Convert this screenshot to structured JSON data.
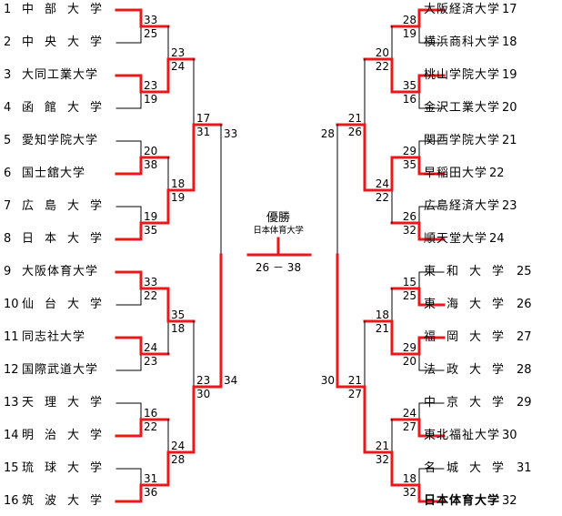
{
  "final": {
    "title": "優勝",
    "winner": "日本体育大学",
    "score": "26 － 38"
  },
  "teams_left": [
    {
      "seed": "1",
      "name": "中部大学"
    },
    {
      "seed": "2",
      "name": "中央大学"
    },
    {
      "seed": "3",
      "name": "大同工業大学"
    },
    {
      "seed": "4",
      "name": "函館大学"
    },
    {
      "seed": "5",
      "name": "愛知学院大学"
    },
    {
      "seed": "6",
      "name": "国士舘大学"
    },
    {
      "seed": "7",
      "name": "広島大学"
    },
    {
      "seed": "8",
      "name": "日本大学"
    },
    {
      "seed": "9",
      "name": "大阪体育大学"
    },
    {
      "seed": "10",
      "name": "仙台大学"
    },
    {
      "seed": "11",
      "name": "同志社大学"
    },
    {
      "seed": "12",
      "name": "国際武道大学"
    },
    {
      "seed": "13",
      "name": "天理大学"
    },
    {
      "seed": "14",
      "name": "明治大学"
    },
    {
      "seed": "15",
      "name": "琉球大学"
    },
    {
      "seed": "16",
      "name": "筑波大学"
    }
  ],
  "teams_right": [
    {
      "seed": "17",
      "name": "大阪経済大学"
    },
    {
      "seed": "18",
      "name": "横浜商科大学"
    },
    {
      "seed": "19",
      "name": "桃山学院大学"
    },
    {
      "seed": "20",
      "name": "金沢工業大学"
    },
    {
      "seed": "21",
      "name": "関西学院大学"
    },
    {
      "seed": "22",
      "name": "早稲田大学"
    },
    {
      "seed": "23",
      "name": "広島経済大学"
    },
    {
      "seed": "24",
      "name": "順天堂大学"
    },
    {
      "seed": "25",
      "name": "東和大学"
    },
    {
      "seed": "26",
      "name": "東海大学"
    },
    {
      "seed": "27",
      "name": "福岡大学"
    },
    {
      "seed": "28",
      "name": "法政大学"
    },
    {
      "seed": "29",
      "name": "中京大学"
    },
    {
      "seed": "30",
      "name": "東北福祉大学"
    },
    {
      "seed": "31",
      "name": "名城大学"
    },
    {
      "seed": "32",
      "name": "日本体育大学"
    }
  ],
  "left_r1": [
    {
      "top": "33",
      "bottom": "25",
      "winner": 0
    },
    {
      "top": "23",
      "bottom": "19",
      "winner": 0
    },
    {
      "top": "20",
      "bottom": "38",
      "winner": 1
    },
    {
      "top": "19",
      "bottom": "35",
      "winner": 1
    },
    {
      "top": "33",
      "bottom": "22",
      "winner": 0
    },
    {
      "top": "24",
      "bottom": "23",
      "winner": 0
    },
    {
      "top": "16",
      "bottom": "22",
      "winner": 1
    },
    {
      "top": "31",
      "bottom": "36",
      "winner": 1
    }
  ],
  "left_r2": [
    {
      "top": "23",
      "bottom": "24",
      "winner": 1
    },
    {
      "top": "18",
      "bottom": "19",
      "winner": 1
    },
    {
      "top": "35",
      "bottom": "18",
      "winner": 0
    },
    {
      "top": "24",
      "bottom": "28",
      "winner": 1
    }
  ],
  "left_r3": [
    {
      "top": "17",
      "bottom": "31",
      "winner": 1
    },
    {
      "top": "23",
      "bottom": "30",
      "winner": 1
    }
  ],
  "left_r4": [
    {
      "top": "33",
      "bottom": "34",
      "winner": 1
    }
  ],
  "right_r1": [
    {
      "top": "28",
      "bottom": "19",
      "winner": 0
    },
    {
      "top": "35",
      "bottom": "16",
      "winner": 0
    },
    {
      "top": "29",
      "bottom": "35",
      "winner": 1
    },
    {
      "top": "26",
      "bottom": "32",
      "winner": 1
    },
    {
      "top": "15",
      "bottom": "25",
      "winner": 1
    },
    {
      "top": "29",
      "bottom": "20",
      "winner": 0
    },
    {
      "top": "24",
      "bottom": "27",
      "winner": 1
    },
    {
      "top": "18",
      "bottom": "32",
      "winner": 1
    }
  ],
  "right_r2": [
    {
      "top": "20",
      "bottom": "22",
      "winner": 1
    },
    {
      "top": "24",
      "bottom": "22",
      "winner": 0
    },
    {
      "top": "18",
      "bottom": "21",
      "winner": 1
    },
    {
      "top": "21",
      "bottom": "32",
      "winner": 1
    }
  ],
  "right_r3": [
    {
      "top": "21",
      "bottom": "26",
      "winner": 1
    },
    {
      "top": "21",
      "bottom": "27",
      "winner": 1
    }
  ],
  "right_r4": [
    {
      "top": "28",
      "bottom": "30",
      "winner": 1
    }
  ],
  "colors": {
    "win_line": "#e8191d",
    "line": "#000000"
  }
}
